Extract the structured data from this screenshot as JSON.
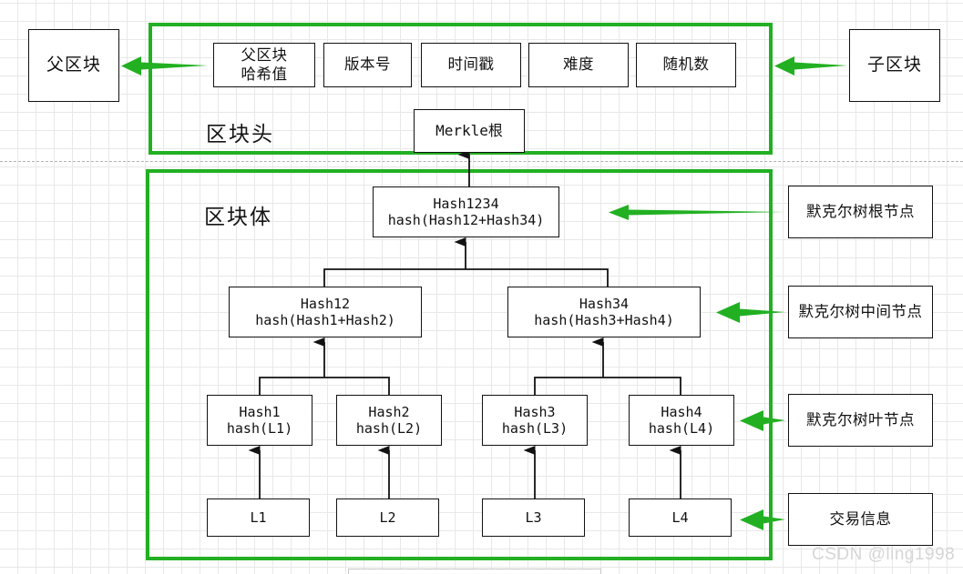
{
  "diagram": {
    "title": "Blockchain block structure and Merkle tree",
    "accent_color": "#22b022",
    "line_color": "#121212",
    "grid_color": "#e8e8e8"
  },
  "external": {
    "parent_block": "父区块",
    "child_block": "子区块"
  },
  "block_header": {
    "label": "区块头",
    "fields": [
      {
        "line1": "父区块",
        "line2": "哈希值"
      },
      {
        "line1": "版本号",
        "line2": ""
      },
      {
        "line1": "时间戳",
        "line2": ""
      },
      {
        "line1": "难度",
        "line2": ""
      },
      {
        "line1": "随机数",
        "line2": ""
      }
    ],
    "merkle_root": "Merkle根"
  },
  "block_body": {
    "label": "区块体",
    "merkle_tree": {
      "root": {
        "line1": "Hash1234",
        "line2": "hash(Hash12+Hash34)"
      },
      "intermediate": [
        {
          "line1": "Hash12",
          "line2": "hash(Hash1+Hash2)"
        },
        {
          "line1": "Hash34",
          "line2": "hash(Hash3+Hash4)"
        }
      ],
      "leaves": [
        {
          "line1": "Hash1",
          "line2": "hash(L1)"
        },
        {
          "line1": "Hash2",
          "line2": "hash(L2)"
        },
        {
          "line1": "Hash3",
          "line2": "hash(L3)"
        },
        {
          "line1": "Hash4",
          "line2": "hash(L4)"
        }
      ],
      "transactions": [
        {
          "line1": "L1"
        },
        {
          "line1": "L2"
        },
        {
          "line1": "L3"
        },
        {
          "line1": "L4"
        }
      ]
    }
  },
  "annotations": [
    {
      "label": "默克尔树根节点"
    },
    {
      "label": "默克尔树中间节点"
    },
    {
      "label": "默克尔树叶节点"
    },
    {
      "label": "交易信息"
    }
  ],
  "watermark": {
    "text": "CSDN @ling1998"
  }
}
